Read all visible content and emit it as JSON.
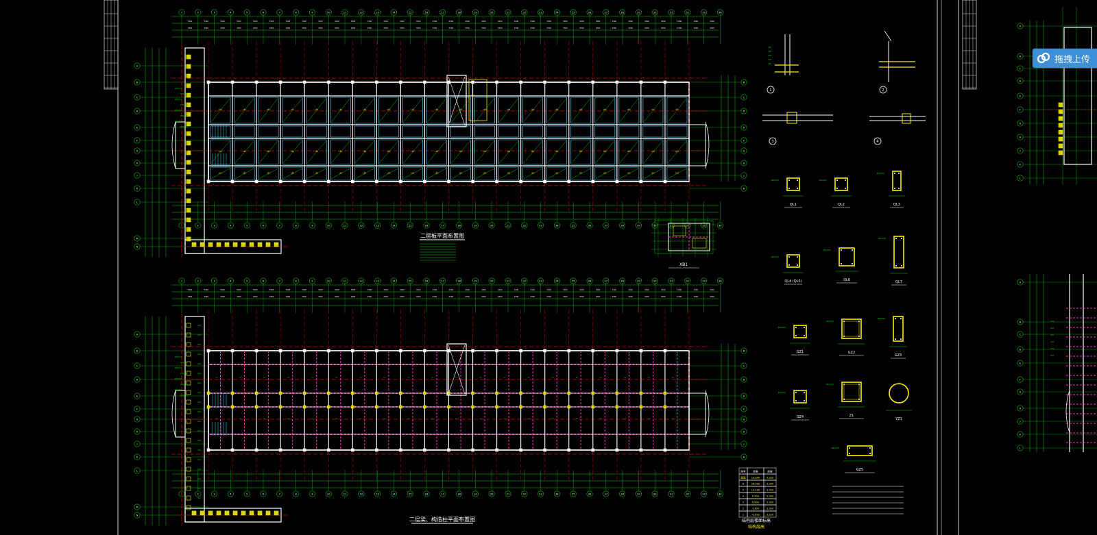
{
  "upload_button": {
    "label": "拖拽上传",
    "icon": "cloud-link-icon",
    "bg_color": "#3d8fd8"
  },
  "drawing": {
    "background": "#000000",
    "colors": {
      "grid": "#00c800",
      "wall": "#ffffff",
      "beam": "#ff2fbf",
      "slab": "#53d4ff",
      "axis": "#d40000",
      "section": "#ffee00",
      "frame": "#cfcfcf"
    },
    "plan_top": {
      "title": "二层板平面布置图",
      "bubble_labels": [
        "1",
        "2",
        "3",
        "4",
        "5",
        "6",
        "7",
        "8",
        "9",
        "10",
        "11",
        "12",
        "13",
        "14",
        "15",
        "16",
        "17",
        "18",
        "19",
        "20",
        "21",
        "22",
        "23",
        "24",
        "25",
        "26",
        "27",
        "28",
        "29",
        "30",
        "31",
        "32",
        "33",
        "34"
      ],
      "row_labels": [
        "A",
        "B",
        "C",
        "D",
        "E",
        "F",
        "G",
        "H",
        "J",
        "K",
        "L",
        "M",
        "N"
      ]
    },
    "plan_bottom": {
      "title": "二层梁、构造柱平面布置图"
    },
    "details": {
      "beam_sections": [
        "QL1",
        "QL2",
        "QL3",
        "QL4 (QL5)",
        "QL6",
        "QL7"
      ],
      "column_sections": [
        "GZ1",
        "GZ2",
        "GZ3",
        "GZ4",
        "Z1",
        "YZ1",
        "GZ5"
      ],
      "detail_numbers": [
        "1",
        "2",
        "3",
        "4"
      ],
      "enlarged_plan": "XB1"
    },
    "table": {
      "headers": [
        "层号",
        "标高",
        "层高"
      ],
      "rows": [
        [
          "屋面",
          "19.800",
          "3.300"
        ],
        [
          "6",
          "16.500",
          "3.300"
        ],
        [
          "5",
          "13.200",
          "3.300"
        ],
        [
          "4",
          "9.900",
          "3.300"
        ],
        [
          "3",
          "6.600",
          "3.300"
        ],
        [
          "2",
          "3.300",
          "3.300"
        ],
        [
          "1",
          "-0.050",
          "3.350"
        ]
      ],
      "caption": "结构层楼面标高",
      "subcaption": "结构层高"
    }
  }
}
